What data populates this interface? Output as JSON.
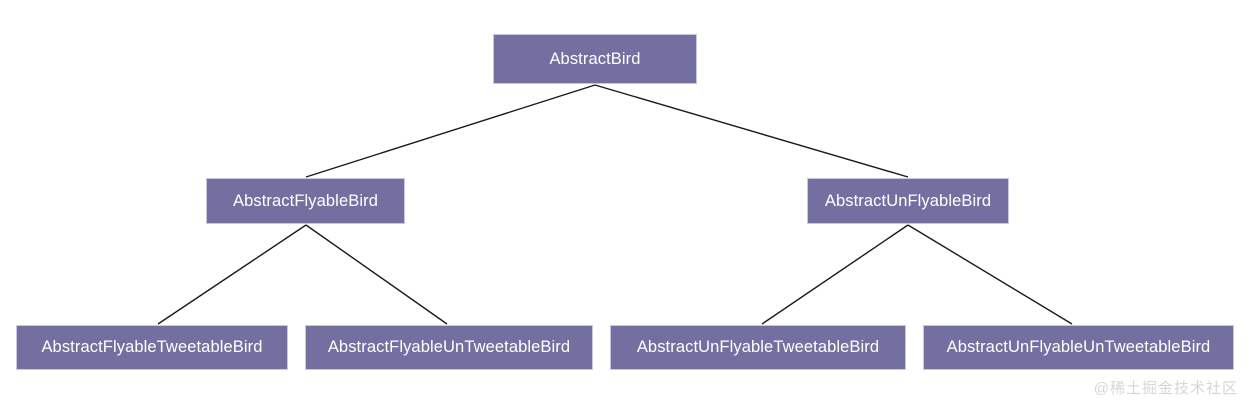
{
  "diagram": {
    "type": "class-inheritance-tree",
    "background_color": "#ffffff",
    "node_fill_color": "#736FA0",
    "node_text_color": "#ffffff",
    "node_border_color": "#c9c6dd",
    "edge_color": "#1a1a1a",
    "levels": [
      {
        "level": 1,
        "nodes": [
          {
            "id": "root",
            "label": "AbstractBird"
          }
        ]
      },
      {
        "level": 2,
        "nodes": [
          {
            "id": "flyable",
            "label": "AbstractFlyableBird"
          },
          {
            "id": "unflyable",
            "label": "AbstractUnFlyableBird"
          }
        ]
      },
      {
        "level": 3,
        "nodes": [
          {
            "id": "ft",
            "label": "AbstractFlyableTweetableBird"
          },
          {
            "id": "fut",
            "label": "AbstractFlyableUnTweetableBird"
          },
          {
            "id": "ut",
            "label": "AbstractUnFlyableTweetableBird"
          },
          {
            "id": "uut",
            "label": "AbstractUnFlyableUnTweetableBird"
          }
        ]
      }
    ],
    "edges": [
      {
        "from": "root",
        "to": "flyable"
      },
      {
        "from": "root",
        "to": "unflyable"
      },
      {
        "from": "flyable",
        "to": "ft"
      },
      {
        "from": "flyable",
        "to": "fut"
      },
      {
        "from": "unflyable",
        "to": "ut"
      },
      {
        "from": "unflyable",
        "to": "uut"
      }
    ]
  },
  "watermark": {
    "text": "@稀土掘金技术社区"
  }
}
